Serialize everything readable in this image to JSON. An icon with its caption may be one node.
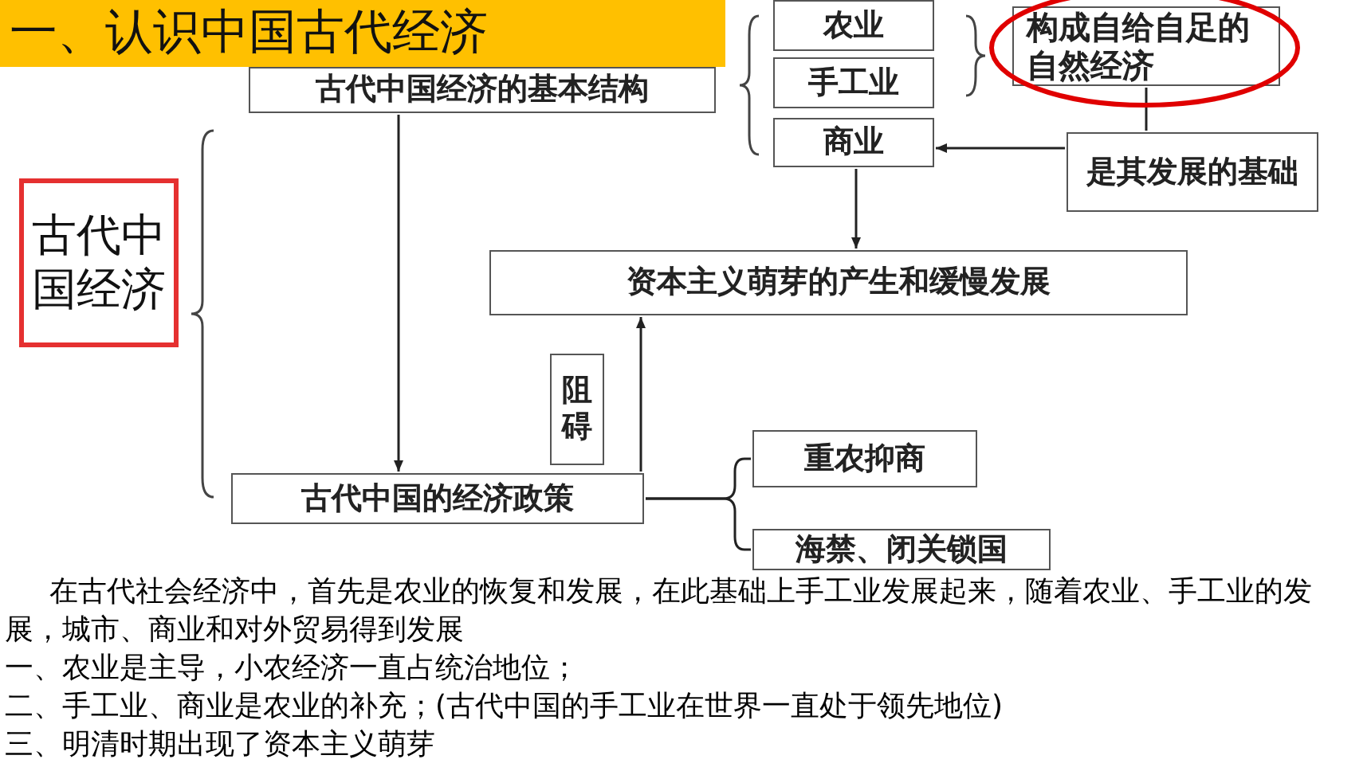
{
  "diagram": {
    "title": "一、认识中国古代经济",
    "nodes": [
      {
        "text": [
          "古代中国经济"
        ]
      },
      {
        "text": [
          "古代中国经济的基本结构"
        ]
      },
      {
        "text": [
          "农业"
        ]
      },
      {
        "text": [
          "手工业"
        ]
      },
      {
        "text": [
          "商业"
        ]
      },
      {
        "text": [
          "构成自给自足的自然经济"
        ]
      },
      {
        "text": [
          "是其发展的基础"
        ]
      },
      {
        "text": [
          "资本主义萌芽的产生和缓慢发展"
        ]
      },
      {
        "text": [
          "阻碍"
        ]
      },
      {
        "text": [
          "古代中国的经济政策"
        ]
      },
      {
        "text": [
          "重农抑商"
        ]
      },
      {
        "text": [
          "海禁、闭关锁国"
        ]
      }
    ],
    "edges": [
      {
        "from": 1,
        "to": 9,
        "arrow": "to"
      },
      {
        "from": 6,
        "to": 4,
        "arrow": "to"
      },
      {
        "from": 5,
        "to": 6,
        "arrow": "none"
      },
      {
        "from": 4,
        "to": 7,
        "arrow": "to"
      },
      {
        "from": 9,
        "to": 7,
        "arrow": "to"
      },
      {
        "from": 9,
        "to": 10,
        "arrow": "none"
      },
      {
        "from": 9,
        "to": 11,
        "arrow": "none"
      }
    ],
    "labels": [
      "在古代社会经济中，首先是农业的恢复和发展，在此基础上手工业发展起来，随着农业、手工业的发展，城市、商业和对外贸易得到发展",
      "一、农业是主导，小农经济一直占统治地位；",
      "二、手工业、商业是农业的补充；(古代中国的手工业在世界一直处于领先地位)",
      "三、明清时期出现了资本主义萌芽"
    ]
  }
}
